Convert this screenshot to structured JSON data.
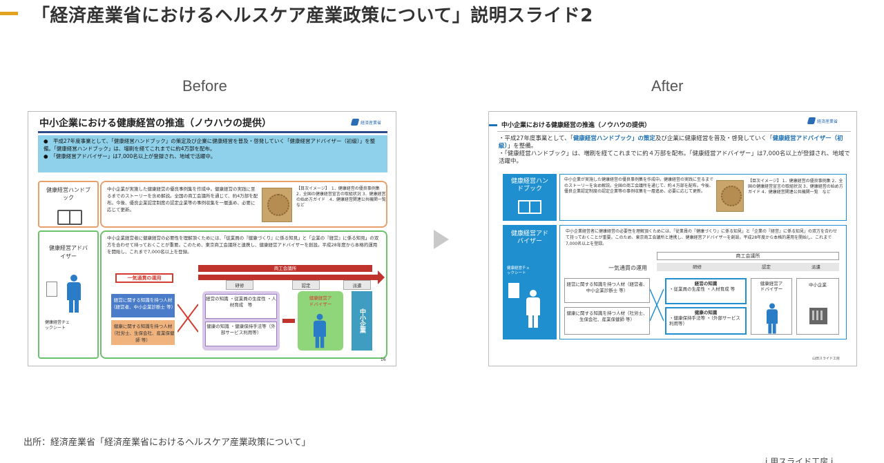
{
  "page": {
    "title": "「経済産業省におけるヘルスケア産業政策について」説明スライド2",
    "before_label": "Before",
    "after_label": "After",
    "source": "出所：経済産業省「経済産業省におけるヘルスケア産業政策について」",
    "footer_right": "i 用スライド工房 i"
  },
  "before": {
    "title": "中小企業における健康経営の推進（ノウハウの提供）",
    "logo": "経済産業省",
    "bullet1": "●　平成27年度事業として、「健康経営ハンドブック」の策定及び企業に健康経営を普及・啓発していく「健康経営アドバイザー（初級）」を整備。「健康経営ハンドブック」は、増刷を経てこれまでに約4万部を配布。",
    "bullet2": "●　「健康経営アドバイザー」は7,000名以上が登録され、地域で活躍中。",
    "handbook_label": "健康経営ハンドブック",
    "handbook_text": "中小企業が実施した健康経営の優良事例集を作成中。健康経営の実践に至るまでのストーリーを含め解説。全国の商工会議所を通じて、約4万部を配布。今後、優良企業認定制度の認定企業等の事例収集を一層進め、必要に応じて更新。",
    "toc": "【目次イメージ】　1．健康経営の優良事例集　2．全国の健康経営宣言の取組状況 3．健康経営の始め方ガイド　4．健康経営関連公共機関一覧　など",
    "advisor_label": "健康経営アドバイザー",
    "check_label": "健康経営チェックシート",
    "advisor_text": "中小企業経営者に健康経営の必要性を理解頂くためには、「従業員の『健康づくり』に係る知見」と「企業の『経営』に係る知見」の双方を合わせて持っておくことが重要。このため、東京商工会議所と連携し、健康経営アドバイザーを創設。平成28年度から本格的運用を開始し、これまで7,000名以上を登録。",
    "chamber": "商工会議所",
    "oneway": "一気通貫の運用",
    "step1": "研修",
    "step2": "認定",
    "step3": "派遣",
    "input1": "経営に関する知識を持つ人材（経営者、中小企業診断士 等）",
    "input2": "健康に関する知識を持つ人材（社労士、生保会社、産業保健師 等）",
    "k1": "経営の知識 ・従業員の生産性 ・人材育成　等",
    "k2": "健康の知識 ・健康保持手法等（外部サービス利用等）",
    "advisor_box": "健康経営アドバイザー",
    "sme": "中小企業",
    "page_num": "16"
  },
  "after": {
    "title": "中小企業における健康経営の推進（ノウハウの提供）",
    "logo": "経済産業省",
    "b1_pre": "・平成27年度事業として、「",
    "b1_hl1": "健康経営ハンドブック」の策定",
    "b1_mid": "及び企業に健康経営を普及・啓発していく「",
    "b1_hl2": "健康経営アドバイザー（初級）",
    "b1_post": "」を整備。",
    "b2": "・「健康経営ハンドブック」は、増刷を経てこれまでに約４万部を配布。「健康経営アドバイザー」は7,000名以上が登録され、地域で活躍中。",
    "handbook_label": "健康経営ハンドブック",
    "handbook_text": "中小企業が実施した健康経営の優良事例集を作成中。健康経営の実践に至るまでのストーリーを含め解説。全国の商工会議所を通じて、約４万部を配布。今後、優良企業認定制度の認定企業等の事例収集を一層進め、必要に応じて更新。",
    "toc": "【目次イメージ】 1．健康経営の優良事例集 2．全国の健康経営宣言の取組状況 3．健康経営の始め方ガイド 4．健康経営関連公共機関一覧　など",
    "advisor_label": "健康経営アドバイザー",
    "check_label": "健康経営チェックシート",
    "advisor_text": "中小企業経営者に健康経営の必要性を理解頂くためには、「従業員の『健康づくり』に係る知見」と「企業の『経営』に係る知見」の双方を合わせて持っておくことが重要。このため、東京商工会議所と連携し、健康経営アドバイザーを創設。平成28年度から本格的運用を開始し、これまで7,000名以上を登録。",
    "chamber": "商工会議所",
    "oneway": "一気通貫の運用",
    "step1": "研修",
    "step2": "認定",
    "step3": "派遣",
    "input1": "経営に関する知識を持つ人材（経営者、中小企業診断士 等）",
    "input2": "健康に関する知識を持つ人材（社労士、生保会社、産業保健師 等）",
    "k1_title": "経営の知識",
    "k1_items": "・従業員の生産性 ・人材育成 等",
    "k2_title": "健康の知識",
    "k2_items": "・健康保持手法等 ・（外部サービス利用等）",
    "advisor_box": "健康経営アドバイザー",
    "sme": "中小企業",
    "footer": "山田スライド工房"
  }
}
